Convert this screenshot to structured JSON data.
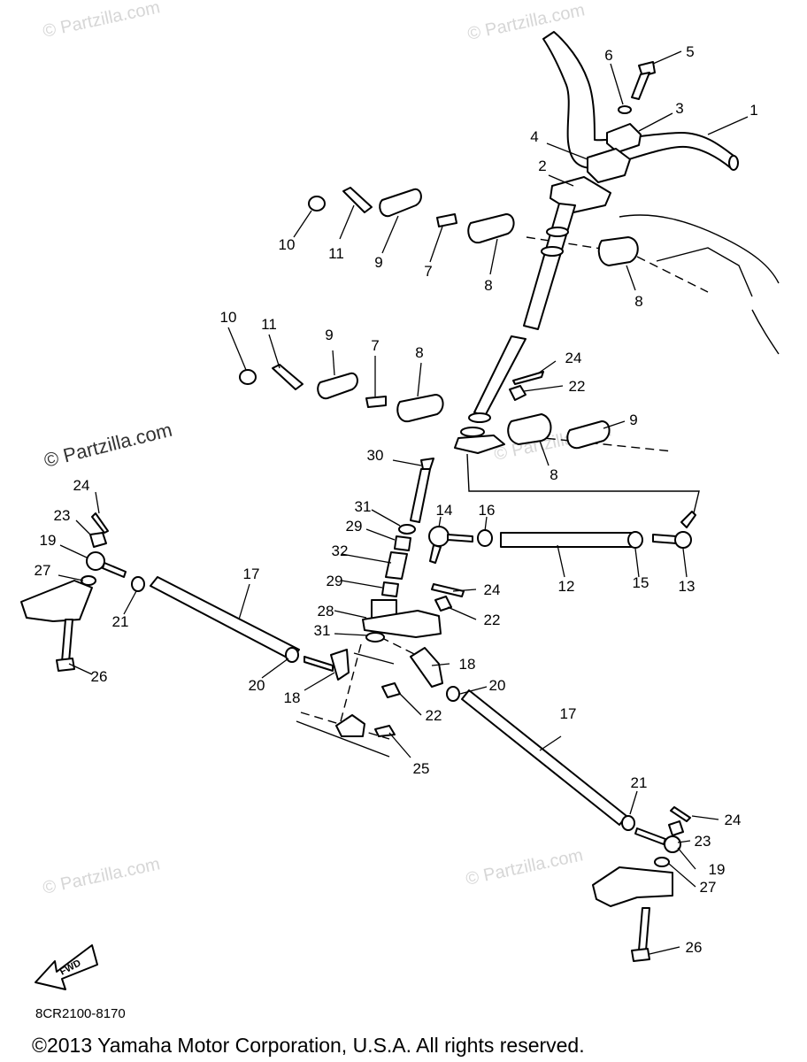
{
  "watermarks": [
    "© Partzilla.com",
    "© Partzilla.com",
    "© Partzilla.com",
    "© Partzilla.com",
    "© Partzilla.com",
    "© Partzilla.com"
  ],
  "callouts": [
    "1",
    "2",
    "3",
    "4",
    "5",
    "6",
    "7",
    "8",
    "9",
    "10",
    "11",
    "12",
    "13",
    "14",
    "15",
    "16",
    "17",
    "18",
    "19",
    "20",
    "21",
    "22",
    "23",
    "24",
    "25",
    "26",
    "27",
    "28",
    "29",
    "30",
    "31",
    "32"
  ],
  "fwd_label": "FWD",
  "diagram_code": "8CR2100-8170",
  "copyright": "©2013 Yamaha Motor Corporation, U.S.A. All rights reserved."
}
